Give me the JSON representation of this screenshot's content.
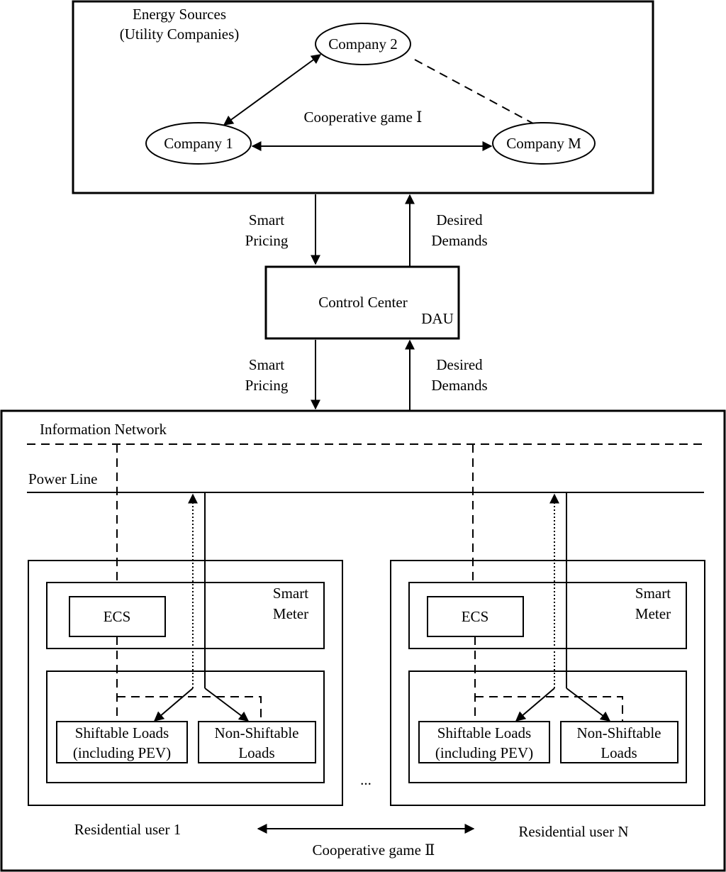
{
  "energy_sources": {
    "title_line1": "Energy Sources",
    "title_line2": "(Utility Companies)",
    "company_2": "Company 2",
    "company_1": "Company 1",
    "company_m": "Company M",
    "game_label": "Cooperative game Ⅰ"
  },
  "upper_links": {
    "pricing_line1": "Smart",
    "pricing_line2": "Pricing",
    "demands_line1": "Desired",
    "demands_line2": "Demands"
  },
  "control_center": {
    "label": "Control Center",
    "dau": "DAU"
  },
  "lower_links": {
    "pricing_line1": "Smart",
    "pricing_line2": "Pricing",
    "demands_line1": "Desired",
    "demands_line2": "Demands"
  },
  "network": {
    "info_network": "Information Network",
    "power_line": "Power Line",
    "ellipsis": "..."
  },
  "user_1": {
    "meter_line1": "Smart",
    "meter_line2": "Meter",
    "ecs": "ECS",
    "shiftable_line1": "Shiftable Loads",
    "shiftable_line2": "(including PEV)",
    "nonshiftable_line1": "Non-Shiftable",
    "nonshiftable_line2": "Loads",
    "label": "Residential user 1"
  },
  "user_n": {
    "meter_line1": "Smart",
    "meter_line2": "Meter",
    "ecs": "ECS",
    "shiftable_line1": "Shiftable Loads",
    "shiftable_line2": "(including PEV)",
    "nonshiftable_line1": "Non-Shiftable",
    "nonshiftable_line2": "Loads",
    "label": "Residential user N"
  },
  "bottom": {
    "game_label": "Cooperative game Ⅱ"
  }
}
